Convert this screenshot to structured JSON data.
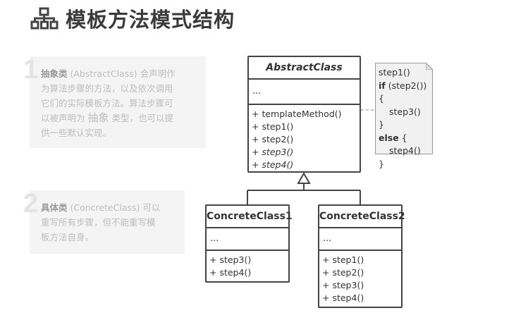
{
  "title": "模板方法模式结构",
  "notes": [
    {
      "number": "1",
      "term": "抽象类",
      "line1_rest": " (AbstractClass) 会声明作",
      "line2": "为算法步骤的方法，以及依次调用",
      "line3": "它们的实际模板方法。算法步骤可",
      "line4_pre": "以被声明为 ",
      "line4_big": "抽象",
      "line4_post": " 类型，也可以提",
      "line5": "供一些默认实现。"
    },
    {
      "number": "2",
      "term": "具体类",
      "line1_rest": " (ConcreteClass) 可以",
      "line2": "重写所有步骤，但不能重写模",
      "line3": "板方法自身。"
    }
  ],
  "abstract_class": {
    "name": "AbstractClass",
    "attrs": "...",
    "ops": [
      "+ templateMethod()",
      "+ step1()",
      "+ step2()",
      "+ step3()",
      "+ step4()"
    ]
  },
  "concrete1": {
    "name": "ConcreteClass1",
    "attrs": "...",
    "ops": [
      "+ step3()",
      "+ step4()"
    ]
  },
  "concrete2": {
    "name": "ConcreteClass2",
    "attrs": "...",
    "ops": [
      "+ step1()",
      "+ step2()",
      "+ step3()",
      "+ step4()"
    ]
  },
  "code": {
    "l1": "step1()",
    "l2_kw": "if",
    "l2_rest": " (step2()) {",
    "l3": "step3()",
    "l4": "}",
    "l5_kw": "else",
    "l5_rest": " {",
    "l6": "step4()",
    "l7": "}"
  }
}
